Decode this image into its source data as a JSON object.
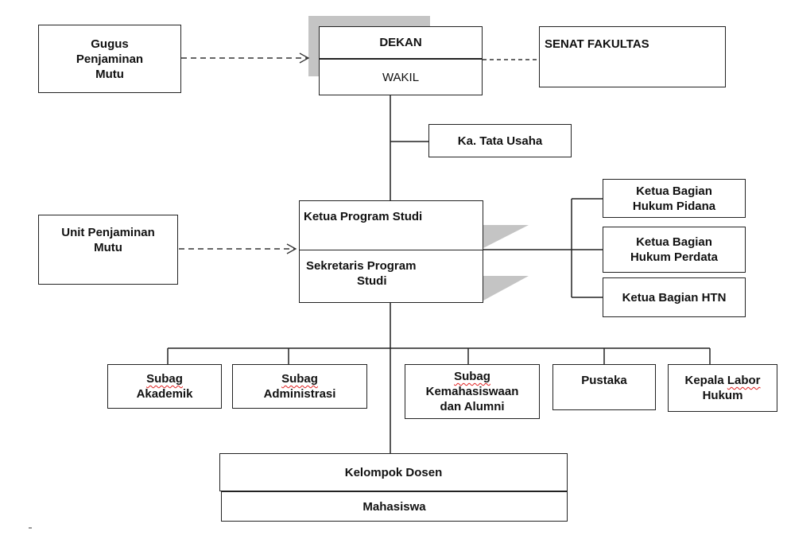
{
  "colors": {
    "line": "#222222",
    "shadow": "#c4c4c4",
    "spell_underline": "#e02020"
  },
  "nodes": {
    "gugus": [
      "Gugus",
      "Penjaminan",
      "Mutu"
    ],
    "dekan": "DEKAN",
    "wakil": "WAKIL",
    "senat": "SENAT FAKULTAS",
    "tata_usaha": "Ka. Tata Usaha",
    "unit": [
      "Unit Penjaminan",
      "Mutu"
    ],
    "kaprodi": "Ketua Program Studi",
    "sekprodi": [
      "Sekretaris Program",
      "Studi"
    ],
    "pidana": [
      "Ketua Bagian",
      "Hukum Pidana"
    ],
    "perdata": [
      "Ketua Bagian",
      "Hukum Perdata"
    ],
    "htn": "Ketua Bagian HTN",
    "akademik": [
      "Subag",
      "Akademik"
    ],
    "administrasi": [
      "Subag",
      "Administrasi"
    ],
    "kemahasiswaan": [
      "Subag",
      "Kemahasiswaan",
      "dan Alumni"
    ],
    "pustaka": "Pustaka",
    "labor": {
      "pre": "Kepala ",
      "word": "Labor",
      "line2": "Hukum"
    },
    "dosen": "Kelompok Dosen",
    "mahasiswa": "Mahasiswa"
  }
}
